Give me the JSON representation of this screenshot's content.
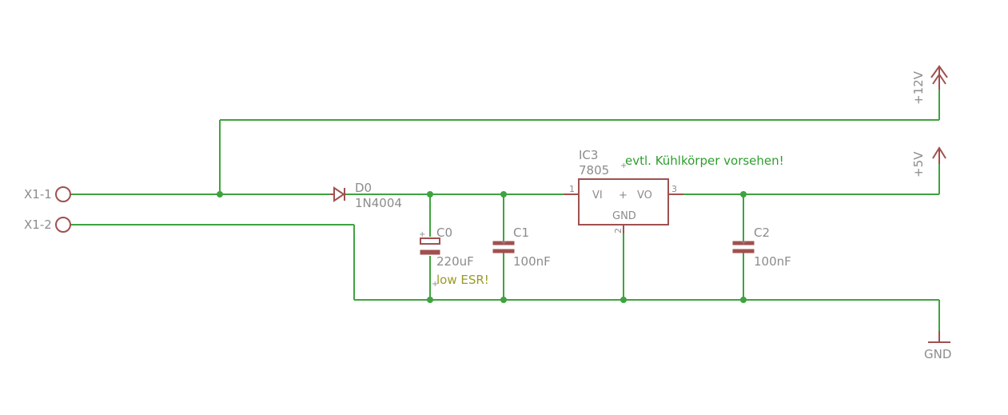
{
  "connectors": {
    "x1_1": "X1-1",
    "x1_2": "X1-2"
  },
  "diode": {
    "name": "D0",
    "value": "1N4004"
  },
  "cap_c0": {
    "name": "C0",
    "value": "220uF",
    "note": "low ESR!"
  },
  "cap_c1": {
    "name": "C1",
    "value": "100nF"
  },
  "cap_c2": {
    "name": "C2",
    "value": "100nF"
  },
  "regulator": {
    "name": "IC3",
    "value": "7805",
    "pin_vi": "VI",
    "pin_vo": "VO",
    "pin_gnd": "GND",
    "pin1": "1",
    "pin2": "2",
    "pin3": "3",
    "note": "evtl. Kühlkörper vorsehen!"
  },
  "supplies": {
    "v12": "+12V",
    "v5": "+5V",
    "gnd": "GND"
  },
  "colors": {
    "wire": "#3fa33f",
    "part": "#a05050",
    "label": "#8c8c8c"
  }
}
